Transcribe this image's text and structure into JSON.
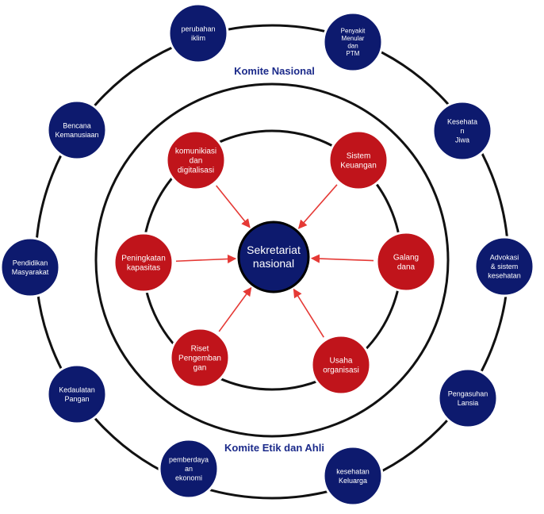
{
  "headings": {
    "outer_top": "Komite Nasional",
    "outer_bottom": "Komite Etik dan Ahli"
  },
  "center": {
    "lines": [
      "Sekretariat",
      "nasional"
    ]
  },
  "inner_nodes": [
    {
      "lines": [
        "komunikiasi",
        "dan",
        "digitalisasi"
      ]
    },
    {
      "lines": [
        "Sistem",
        "Keuangan"
      ]
    },
    {
      "lines": [
        "Galang",
        "dana"
      ]
    },
    {
      "lines": [
        "Usaha",
        "organisasi"
      ]
    },
    {
      "lines": [
        "Riset",
        "Pengemban",
        "gan"
      ]
    },
    {
      "lines": [
        "Peningkatan",
        "kapasitas"
      ]
    }
  ],
  "outer_nodes": [
    {
      "lines": [
        "perubahan",
        "iklim"
      ]
    },
    {
      "lines": [
        "Penyakit",
        "Menular",
        "dan",
        "PTM"
      ]
    },
    {
      "lines": [
        "Kesehata",
        "n",
        "Jiwa"
      ]
    },
    {
      "lines": [
        "Advokasi",
        "& sistem",
        "kesehatan"
      ]
    },
    {
      "lines": [
        "Pengasuhan",
        "Lansia"
      ]
    },
    {
      "lines": [
        "kesehatan",
        "Keluarga"
      ]
    },
    {
      "lines": [
        "pemberdaya",
        "an",
        "ekonomi"
      ]
    },
    {
      "lines": [
        "Kedaulatan",
        "Pangan"
      ]
    },
    {
      "lines": [
        "Pendidikan",
        "Masyarakat"
      ]
    },
    {
      "lines": [
        "Bencana",
        "Kemanusiaan"
      ]
    }
  ],
  "colors": {
    "navy": "#0d1a6e",
    "red": "#c0141b",
    "ring": "#111111",
    "arrow": "#e53935",
    "heading": "#1b2a8a"
  }
}
